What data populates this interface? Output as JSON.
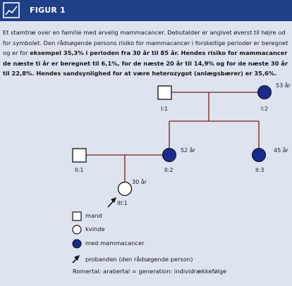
{
  "figure": {
    "title": "FIGUR 1",
    "header_color": "#1f3f86"
  },
  "caption": {
    "p1": "Et stamtræ over en familie med arvelig mammacancer. Debutalder er angivet øverst til højre ud for symbolet. Den rådsøgende persons risiko for mammacancer i forskellige perioder er beregnet og er for ",
    "b1": "eksempel 35,3% i perioden fra 30 år til 85 år. Hendes risiko for mammacancer de næste ti år er beregnet til 6,1%, for de næste 20 år til 14,9% og for de næste 30 år til 22,8%. Hendes sandsynlighed for at være heterozygot (anlægsbærer) er 35,6%."
  },
  "pedigree": {
    "affected_color": "#1b2a8c",
    "individuals": {
      "I1": {
        "label": "I:1"
      },
      "I2": {
        "label": "I:2",
        "age": "53 år"
      },
      "II1": {
        "label": "II:1"
      },
      "II2": {
        "label": "II:2",
        "age": "52 år"
      },
      "II3": {
        "label": "II:3",
        "age": "45 år"
      },
      "III1": {
        "label": "III:1",
        "age": "30 år"
      }
    }
  },
  "legend": {
    "male": "mand",
    "female": "kvinde",
    "affected": "med mammacancer",
    "proband": "probanden (den rådsøgende person)",
    "note": "Romertal: arabertal = generation: individrækkefølge"
  }
}
